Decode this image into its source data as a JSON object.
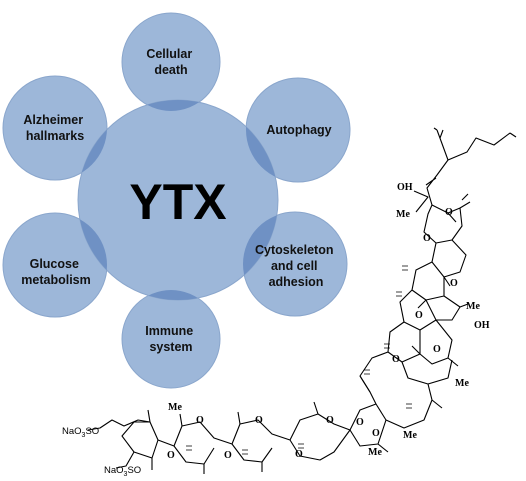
{
  "center": {
    "label": "YTX"
  },
  "petals": [
    {
      "lines": [
        "Cellular",
        "death"
      ]
    },
    {
      "lines": [
        "Autophagy"
      ]
    },
    {
      "lines": [
        "Cytoskeleton",
        "and cell",
        "adhesion"
      ]
    },
    {
      "lines": [
        "Immune",
        "system"
      ]
    },
    {
      "lines": [
        "Glucose",
        "metabolism"
      ]
    },
    {
      "lines": [
        "Alzheimer",
        "hallmarks"
      ]
    }
  ],
  "structure": {
    "labels": {
      "oh_top": "OH",
      "me_top": "Me",
      "o": "O",
      "me": "Me",
      "oh_right": "OH",
      "sulfate_1_prefix": "NaO",
      "sulfate_1_sub": "3",
      "sulfate_1_suffix": "SO",
      "sulfate_2_prefix": "NaO",
      "sulfate_2_sub": "3",
      "sulfate_2_suffix": "SO"
    }
  },
  "colors": {
    "circle_fill": "#9db7d9",
    "circle_stroke": "#8aa6cc",
    "overlap": "#6f91c4"
  }
}
